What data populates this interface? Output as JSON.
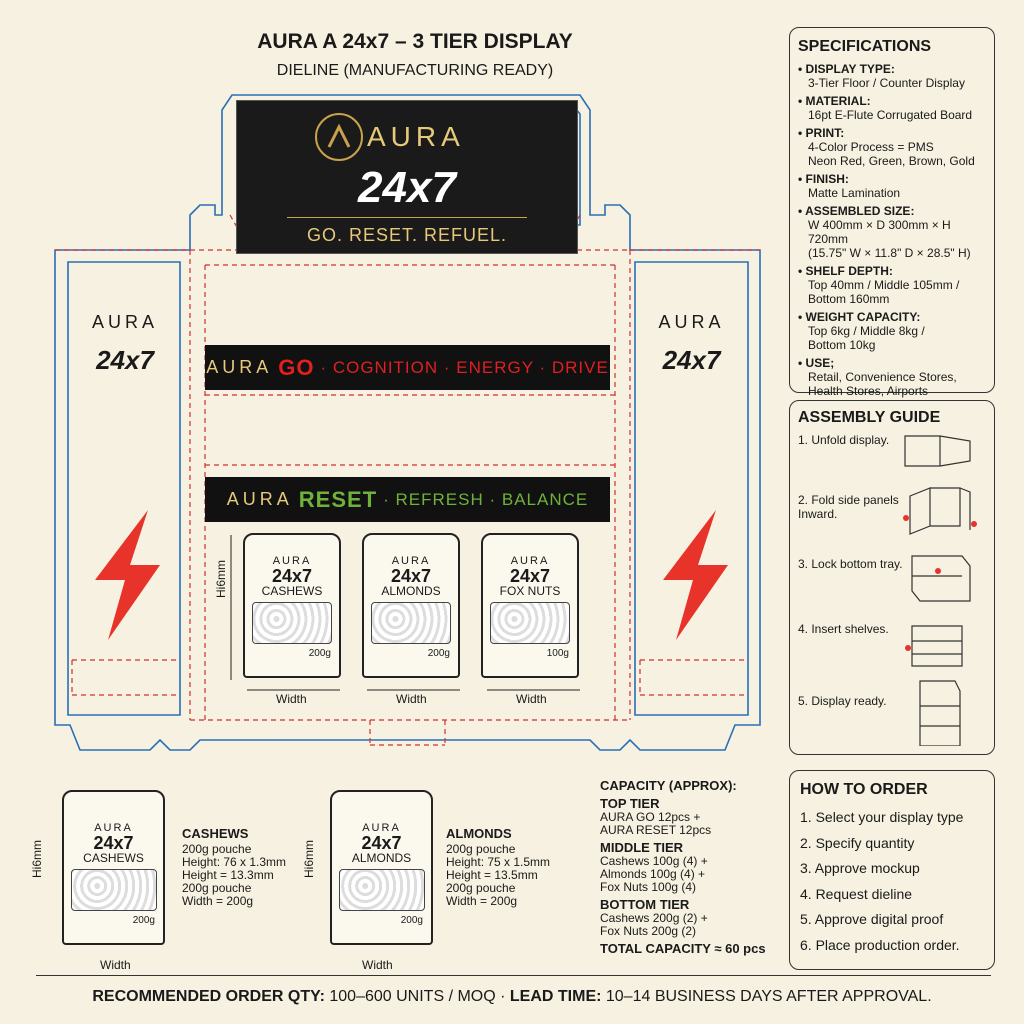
{
  "title": "AURA A 24x7 – 3 TIER DISPLAY",
  "subtitle": "DIELINE (MANUFACTURING READY)",
  "header_panel": {
    "brand": "AURA",
    "product": "24x7",
    "tagline": "GO. RESET. REFUEL."
  },
  "side_panels": {
    "brand": "AURA",
    "product": "24x7"
  },
  "banner_go": {
    "brand": "AURA",
    "name": "GO",
    "tagline": "· COGNITION · ENERGY · DRIVE",
    "accent": "#e02020"
  },
  "banner_reset": {
    "brand": "AURA",
    "name": "RESET",
    "tagline": "· REFRESH · BALANCE",
    "accent": "#6fb23a"
  },
  "pouches": [
    {
      "brand": "AURA",
      "name": "24x7",
      "product": "CASHEWS",
      "weight": "200g"
    },
    {
      "brand": "AURA",
      "name": "24x7",
      "product": "ALMONDS",
      "weight": "200g"
    },
    {
      "brand": "AURA",
      "name": "24x7",
      "product": "FOX NUTS",
      "weight": "100g"
    }
  ],
  "dimension_labels": {
    "width": "Width",
    "height": "Hi6mm",
    "height_bottom": "Hi6mm"
  },
  "bottom_pouches": [
    {
      "brand": "AURA",
      "name": "24x7",
      "product": "CASHEWS",
      "weight": "200g",
      "label": "CASHEWS",
      "details": "200g pouche\nHeight: 76 x 1.3mm\nHeight = 13.3mm\n200g pouche\nWidth = 200g"
    },
    {
      "brand": "AURA",
      "name": "24x7",
      "product": "ALMONDS",
      "weight": "200g",
      "label": "ALMONDS",
      "details": "200g pouche\nHeight: 75 x 1.5mm\nHeight = 13.5mm\n200g pouche\nWidth  = 200g"
    }
  ],
  "capacity": {
    "title": "CAPACITY (APPROX):",
    "top_tier": "TOP TIER",
    "top_items": "AURA GO 12pcs +\nAURA RESET 12pcs",
    "middle_tier": "MIDDLE TIER",
    "middle_items": "Cashews 100g (4) +\nAlmonds 100g (4) +\nFox Nuts 100g (4)",
    "bottom_tier": "BOTTOM TIER",
    "bottom_items": "Cashews 200g (2) +\nFox Nuts 200g (2)",
    "total": "TOTAL CAPACITY ≈ 60 pcs"
  },
  "specifications": {
    "title": "SPECIFICATIONS",
    "items": [
      {
        "label": "DISPLAY TYPE:",
        "value": "3-Tier Floor / Counter Display"
      },
      {
        "label": "MATERIAL:",
        "value": "16pt E-Flute Corrugated Board"
      },
      {
        "label": "PRINT:",
        "value": "4-Color Process = PMS\nNeon Red, Green, Brown, Gold"
      },
      {
        "label": "FINISH:",
        "value": "Matte Lamination"
      },
      {
        "label": "ASSEMBLED SIZE:",
        "value": "W 400mm × D 300mm × H 720mm\n(15.75\" W × 11.8\" D × 28.5\" H)"
      },
      {
        "label": "SHELF DEPTH:",
        "value": "Top 40mm / Middle 105mm /\nBottom 160mm"
      },
      {
        "label": "WEIGHT CAPACITY:",
        "value": "Top 6kg / Middle 8kg /\nBottom 10kg"
      },
      {
        "label": "USE;",
        "value": "Retail, Convenience Stores,\nHealth Stores, Airports"
      }
    ]
  },
  "assembly": {
    "title": "ASSEMBLY GUIDE",
    "steps": [
      "1. Unfold display.",
      "2. Fold side panels\n    Inward.",
      "3. Lock bottom tray.",
      "4. Insert shelves.",
      "5. Display ready."
    ]
  },
  "order": {
    "title": "HOW TO ORDER",
    "steps": [
      "1. Select your display type",
      "2. Specify quantity",
      "3. Approve mockup",
      "4. Request dieline",
      "5. Approve digital proof",
      "6. Place production order."
    ]
  },
  "footer": {
    "qty_label": "RECOMMENDED ORDER QTY:",
    "qty_value": " 100–600 UNITS / MOQ · ",
    "lead_label": "LEAD TIME:",
    "lead_value": " 10–14 BUSINESS DAYS AFTER APPROVAL."
  },
  "colors": {
    "cut_line": "#2a6fb5",
    "fold_line": "#d23030",
    "panel_dark": "#1a1a1a",
    "gold": "#c9a24a",
    "bolt": "#e8332a"
  }
}
